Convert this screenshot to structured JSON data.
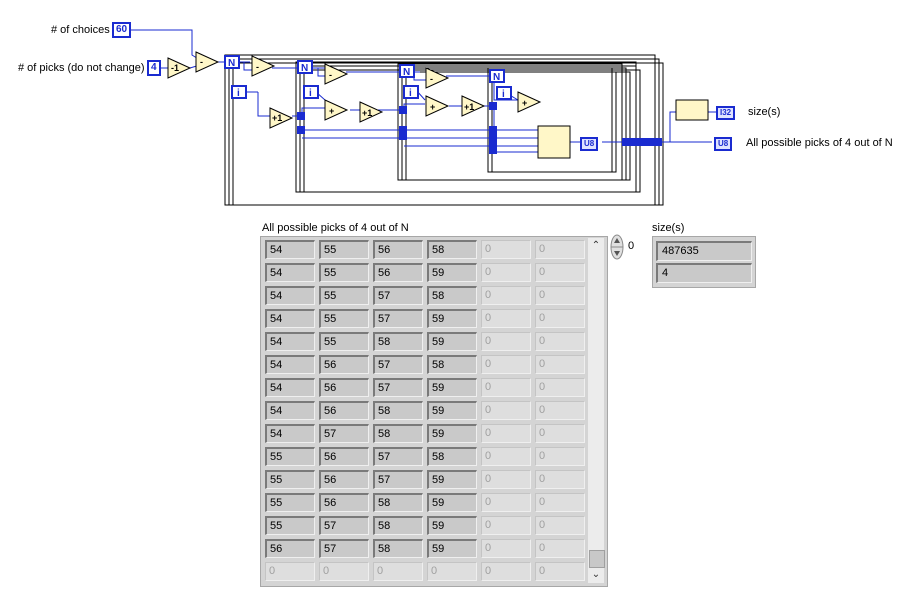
{
  "diagram": {
    "choices_label": "# of choices",
    "choices_value": "60",
    "picks_label": "# of picks (do not change)",
    "picks_value": "4",
    "minus_one": "-1",
    "plus_one": "+1",
    "n_terminal": "N",
    "i_terminal": "i",
    "u8_label": "U8",
    "i32_label": "I32",
    "sizes_out_label": "size(s)",
    "result_out_label": "All possible picks of 4 out of N"
  },
  "array_control": {
    "label": "All possible picks of 4 out of N",
    "index_value": "0",
    "rows": [
      [
        "54",
        "55",
        "56",
        "58",
        "0",
        "0"
      ],
      [
        "54",
        "55",
        "56",
        "59",
        "0",
        "0"
      ],
      [
        "54",
        "55",
        "57",
        "58",
        "0",
        "0"
      ],
      [
        "54",
        "55",
        "57",
        "59",
        "0",
        "0"
      ],
      [
        "54",
        "55",
        "58",
        "59",
        "0",
        "0"
      ],
      [
        "54",
        "56",
        "57",
        "58",
        "0",
        "0"
      ],
      [
        "54",
        "56",
        "57",
        "59",
        "0",
        "0"
      ],
      [
        "54",
        "56",
        "58",
        "59",
        "0",
        "0"
      ],
      [
        "54",
        "57",
        "58",
        "59",
        "0",
        "0"
      ],
      [
        "55",
        "56",
        "57",
        "58",
        "0",
        "0"
      ],
      [
        "55",
        "56",
        "57",
        "59",
        "0",
        "0"
      ],
      [
        "55",
        "56",
        "58",
        "59",
        "0",
        "0"
      ],
      [
        "55",
        "57",
        "58",
        "59",
        "0",
        "0"
      ],
      [
        "56",
        "57",
        "58",
        "59",
        "0",
        "0"
      ],
      [
        "0",
        "0",
        "0",
        "0",
        "0",
        "0"
      ]
    ]
  },
  "sizes_control": {
    "label": "size(s)",
    "values": [
      "487635",
      "4"
    ]
  }
}
